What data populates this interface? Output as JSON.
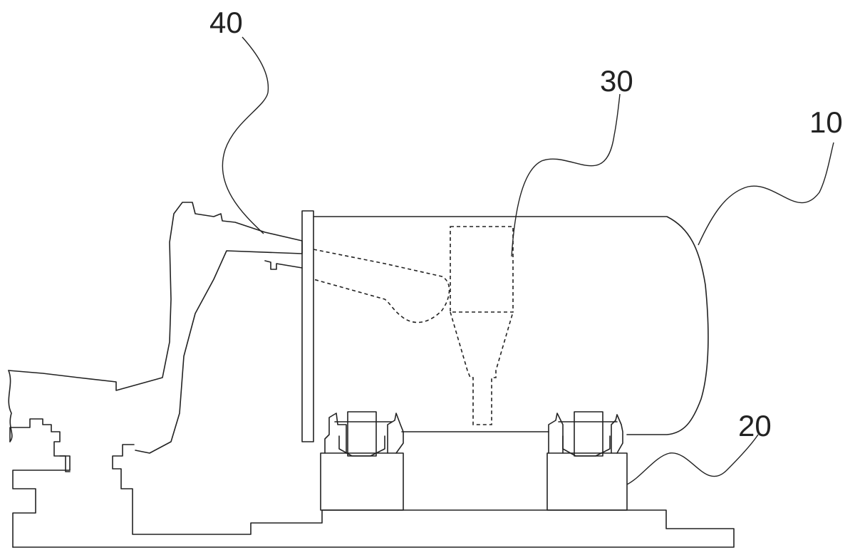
{
  "figure": {
    "labels": {
      "tank": "10",
      "support": "20",
      "nozzle": "30",
      "robot_arm": "40"
    }
  }
}
